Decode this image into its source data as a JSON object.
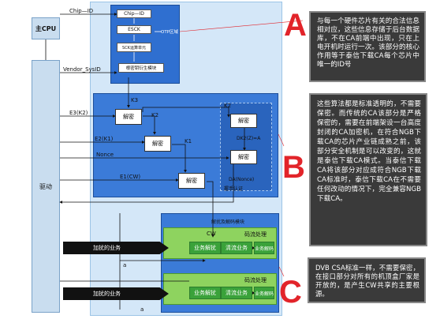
{
  "left": {
    "cpu_label": "主CPU",
    "driver_label": "驱动"
  },
  "top_labels": {
    "chip_id": "Chip—ID",
    "vendor_sysid": "Vendor_SysID"
  },
  "module_a": {
    "chip_id_box": "Chip—ID",
    "esck_box": "ESCK",
    "sck_box": "SCK运算单元",
    "rootkey_box": "根密钥衍生模块",
    "otp_label": "OTP区域"
  },
  "module_b": {
    "in_e3": "E3(K2)",
    "in_e2k1": "E2(K1)",
    "in_nonce": "Nonce",
    "in_e1cw": "E1(CW)",
    "dec1": "解密",
    "dec2": "解密",
    "dec3": "解密",
    "dec4": "解密",
    "dec5": "解密",
    "k3": "K3",
    "k2": "K2",
    "k1": "K1",
    "k2b": "K2",
    "dk2": "DK2(Z)=A",
    "da_nonce": "DA(Nonce)",
    "auth_label": "握手认证"
  },
  "module_c": {
    "title": "解扰及解码模块",
    "cw_label": "CW",
    "descr1": "码流处理",
    "descr2": "码流处理",
    "enc_service1": "加扰的业务",
    "enc_service2": "加扰的业务",
    "a_label1": "a",
    "a_label2": "a",
    "row1": [
      "业务解扰",
      "清流业务",
      "业务解码"
    ],
    "row2": [
      "业务解扰",
      "清流业务",
      "业务解码"
    ]
  },
  "notes": {
    "a_letter": "A",
    "b_letter": "B",
    "c_letter": "C",
    "a_text": "与每一个硬件芯片有关的合法信息相对应，这些信息存储于后台数据库，不在CA前端中出现，只在上电开机时运行一次。该部分的核心作用等于泰信下载CA每个芯片中唯一的ID号",
    "b_text": "这些算法都是标准透明的，不需要保密。而传统的CA该部分是严格保密的，需要在前端架设一台高度封闭的CA加密机，在符合NGB下载CA的芯片产业链成熟之前，该部分安全机制是可以改变的，这就是泰信下载CA模式。当泰信下载CA将该部分对应成符合NGB下载CA标准时，泰信下载CA在不需要任何改动的情况下，完全兼容NGB下载CA。",
    "c_text": "DVB CSA标准一样，不需要保密，在接口部分对所有的机顶盒厂家是开放的，是产生CW共享的主要根源。"
  },
  "colors": {
    "accent_red": "#e2242a",
    "module_blue": "#2f6fd0",
    "module_green": "#3aa23a",
    "note_dark": "#3a3a3a",
    "chip_blue_light": "#cfe4f7"
  }
}
